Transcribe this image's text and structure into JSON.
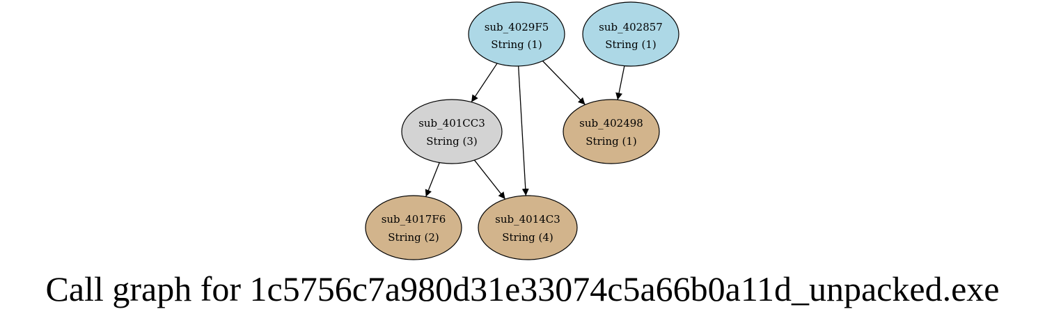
{
  "diagram": {
    "caption": "Call graph for 1c5756c7a980d31e33074c5a66b0a11d_unpacked.exe",
    "colors": {
      "root": "#add8e6",
      "intermediate": "#d3d3d3",
      "leaf": "#d2b48c",
      "stroke": "#000000"
    },
    "nodes": [
      {
        "id": "sub_4029F5",
        "name": "sub_4029F5",
        "detail": "String (1)",
        "kind": "root"
      },
      {
        "id": "sub_402857",
        "name": "sub_402857",
        "detail": "String (1)",
        "kind": "root"
      },
      {
        "id": "sub_401CC3",
        "name": "sub_401CC3",
        "detail": "String (3)",
        "kind": "intermediate"
      },
      {
        "id": "sub_402498",
        "name": "sub_402498",
        "detail": "String (1)",
        "kind": "leaf"
      },
      {
        "id": "sub_4017F6",
        "name": "sub_4017F6",
        "detail": "String (2)",
        "kind": "leaf"
      },
      {
        "id": "sub_4014C3",
        "name": "sub_4014C3",
        "detail": "String (4)",
        "kind": "leaf"
      }
    ],
    "edges": [
      {
        "from": "sub_4029F5",
        "to": "sub_401CC3"
      },
      {
        "from": "sub_4029F5",
        "to": "sub_4014C3"
      },
      {
        "from": "sub_4029F5",
        "to": "sub_402498"
      },
      {
        "from": "sub_402857",
        "to": "sub_402498"
      },
      {
        "from": "sub_401CC3",
        "to": "sub_4017F6"
      },
      {
        "from": "sub_401CC3",
        "to": "sub_4014C3"
      }
    ]
  }
}
